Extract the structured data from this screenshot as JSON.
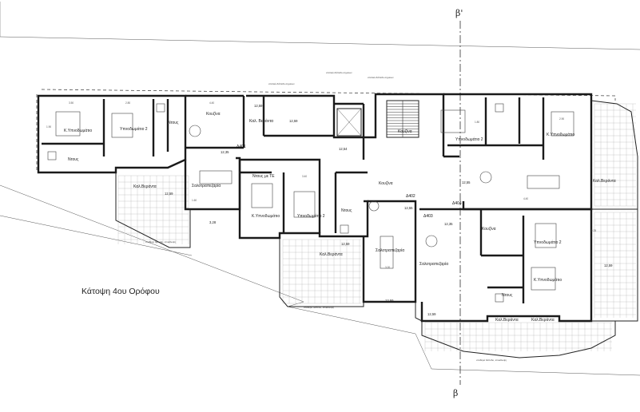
{
  "drawing_title": "Κάτοψη 4ου Ορόφου",
  "section_marks": {
    "top": "β'",
    "bottom": "β"
  },
  "apartments": [
    {
      "id": "Δ401"
    },
    {
      "id": "Δ402"
    },
    {
      "id": "Δ403"
    },
    {
      "id": "Δ404"
    }
  ],
  "rooms": {
    "k_ypnodomatio": "Κ.Υπνοδωμάτιο",
    "ypnodomatio_2": "Υπνοδωμάτιο 2",
    "ntous": "Ντους",
    "ntous_me_te": "Ντους με ΤΕ",
    "kouzina": "Κουζίνα",
    "kal_veranta": "Καλ.Βεράντα",
    "kal_veranta_alt": "Καλ. Βεράντα",
    "saloni": "Σαλοτραπεζαρία"
  },
  "elevations": [
    "12,59",
    "12,35",
    "12,55",
    "12,54",
    "3,28"
  ],
  "notes": [
    "σταθερό δάπεδο, επικάλυψη",
    "στατικό δάπεδο σημείων"
  ],
  "dimensions": [
    "3.50",
    "2.80",
    "4.40",
    "3.40",
    "1.60",
    "1.80",
    "2.90",
    "3.20",
    "0.25",
    "4.40",
    "1.90"
  ]
}
